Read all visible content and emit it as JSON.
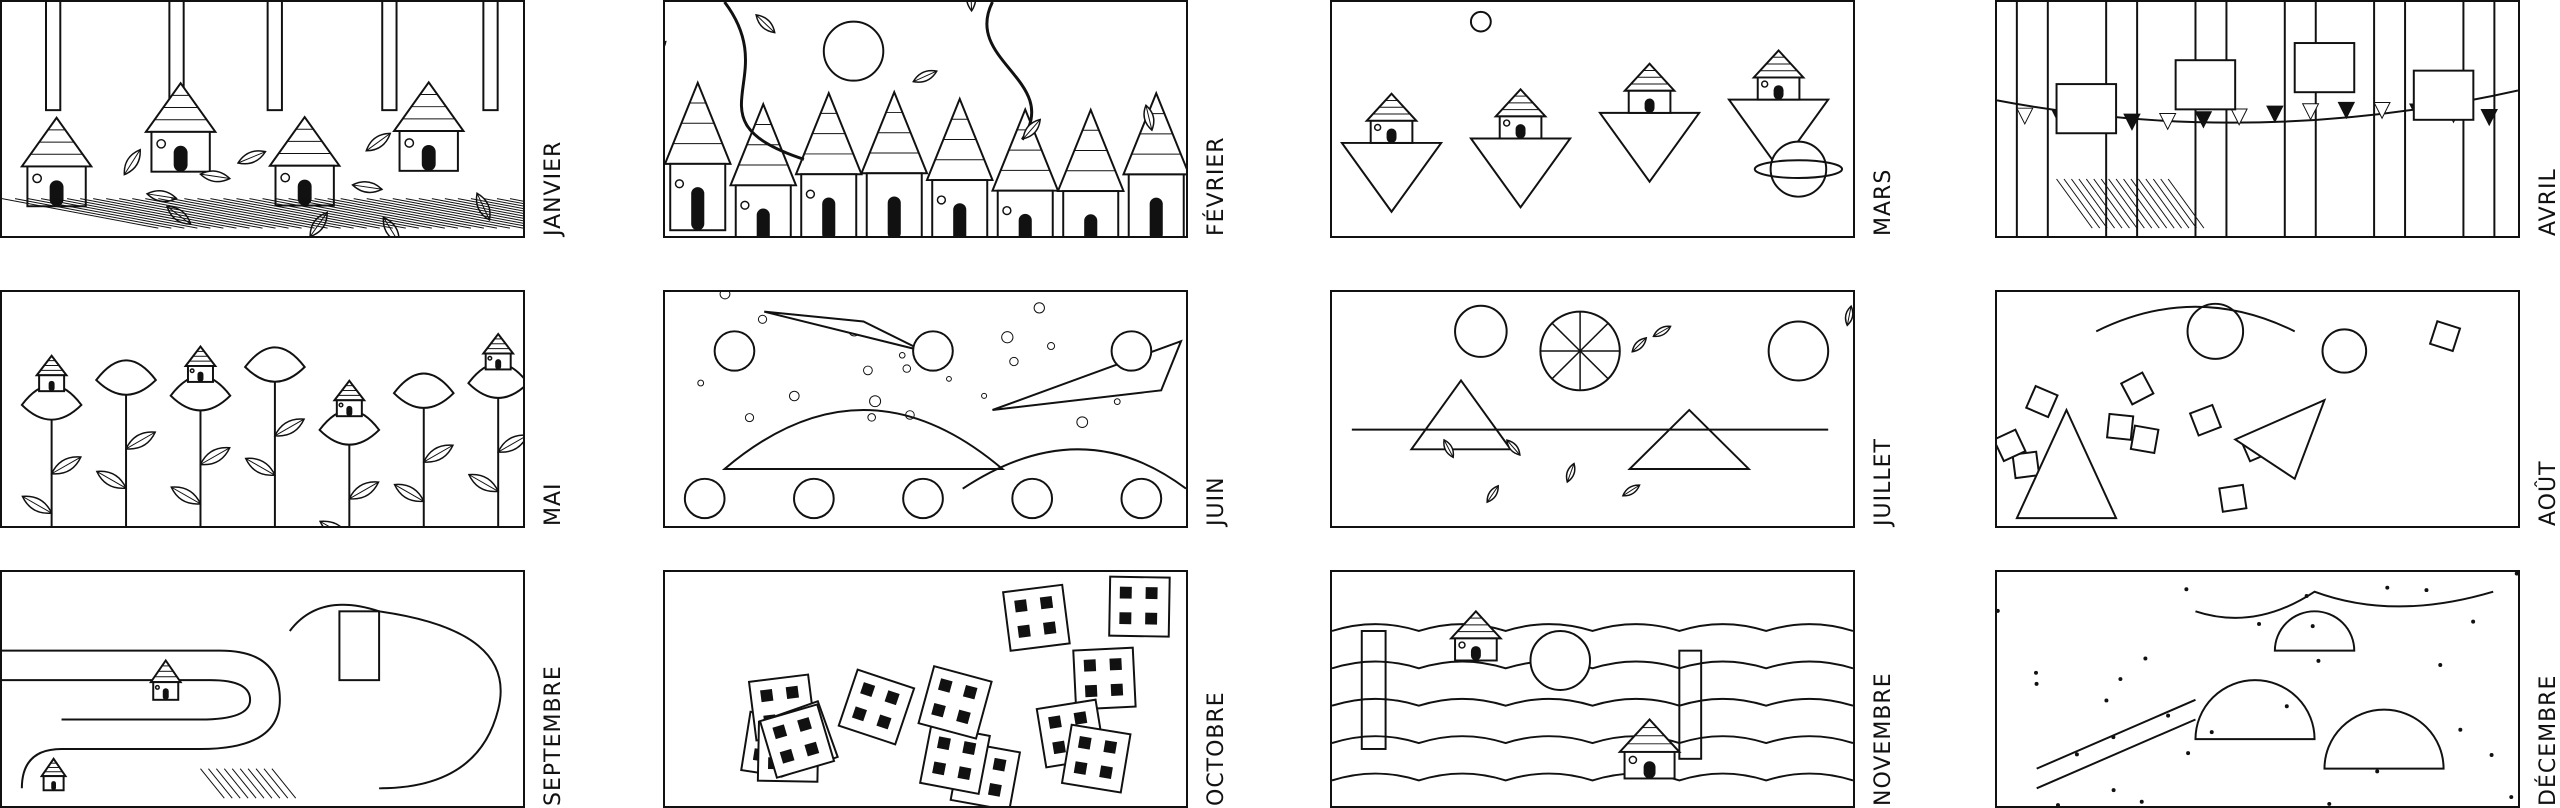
{
  "months": [
    {
      "label": "JANVIER",
      "scene": "birdhouses-in-forest"
    },
    {
      "label": "FÉVRIER",
      "scene": "rooftops-teapot-city"
    },
    {
      "label": "MARS",
      "scene": "floating-islands-planets"
    },
    {
      "label": "AVRIL",
      "scene": "treehouses-bunting"
    },
    {
      "label": "MAI",
      "scene": "birdhouses-on-flowers"
    },
    {
      "label": "JUIN",
      "scene": "underwater-domes"
    },
    {
      "label": "JUILLET",
      "scene": "fruit-houses-garden"
    },
    {
      "label": "AOÛT",
      "scene": "floating-blocks"
    },
    {
      "label": "SEPTEMBRE",
      "scene": "winding-path-houses"
    },
    {
      "label": "OCTOBRE",
      "scene": "dense-tilted-city"
    },
    {
      "label": "NOVEMBRE",
      "scene": "lighthouses-waves"
    },
    {
      "label": "DÉCEMBRE",
      "scene": "igloos-snow"
    }
  ],
  "colors": {
    "ink": "#111111",
    "paper": "#ffffff"
  }
}
